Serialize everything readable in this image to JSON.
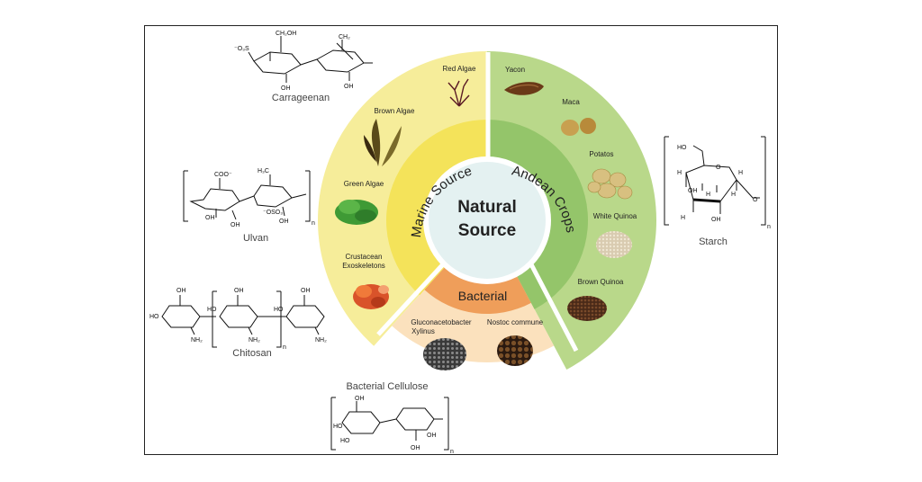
{
  "center": {
    "line1": "Natural",
    "line2": "Source"
  },
  "sectors": {
    "marine": "Marine Source",
    "andean": "Andean Crops",
    "bacterial": "Bacterial"
  },
  "marine_items": [
    "Red Algae",
    "Brown Algae",
    "Green Algae",
    "Crustacean",
    "Exoskeletons"
  ],
  "andean_items": [
    "Yacon",
    "Maca",
    "Potatos",
    "White Quinoa",
    "Brown Quinoa"
  ],
  "bacterial_items": [
    "Gluconacetobacter",
    "Xylinus",
    "Nostoc commune"
  ],
  "structures": {
    "carrageenan": "Carrageenan",
    "ulvan": "Ulvan",
    "chitosan": "Chitosan",
    "bacterial_cellulose": "Bacterial Cellulose",
    "starch": "Starch"
  },
  "chem_labels": {
    "ch2oh": "CH₂OH",
    "ch2": "CH₂",
    "oso3": "⁻O₃S",
    "oh": "OH",
    "coo": "COO⁻",
    "ch3": "H₃C",
    "oso3b": "⁻OSO₃",
    "ho": "HO",
    "nh2": "NH₂",
    "n": "n",
    "h": "H",
    "o": "O"
  },
  "colors": {
    "marine": "#f6ed9a",
    "marine_inner": "#f4e35a",
    "andean": "#b9d88a",
    "andean_inner": "#94c56a",
    "bacterial": "#fbe1bd",
    "bacterial_inner": "#ef9e5a",
    "center": "#e4f1f1"
  }
}
